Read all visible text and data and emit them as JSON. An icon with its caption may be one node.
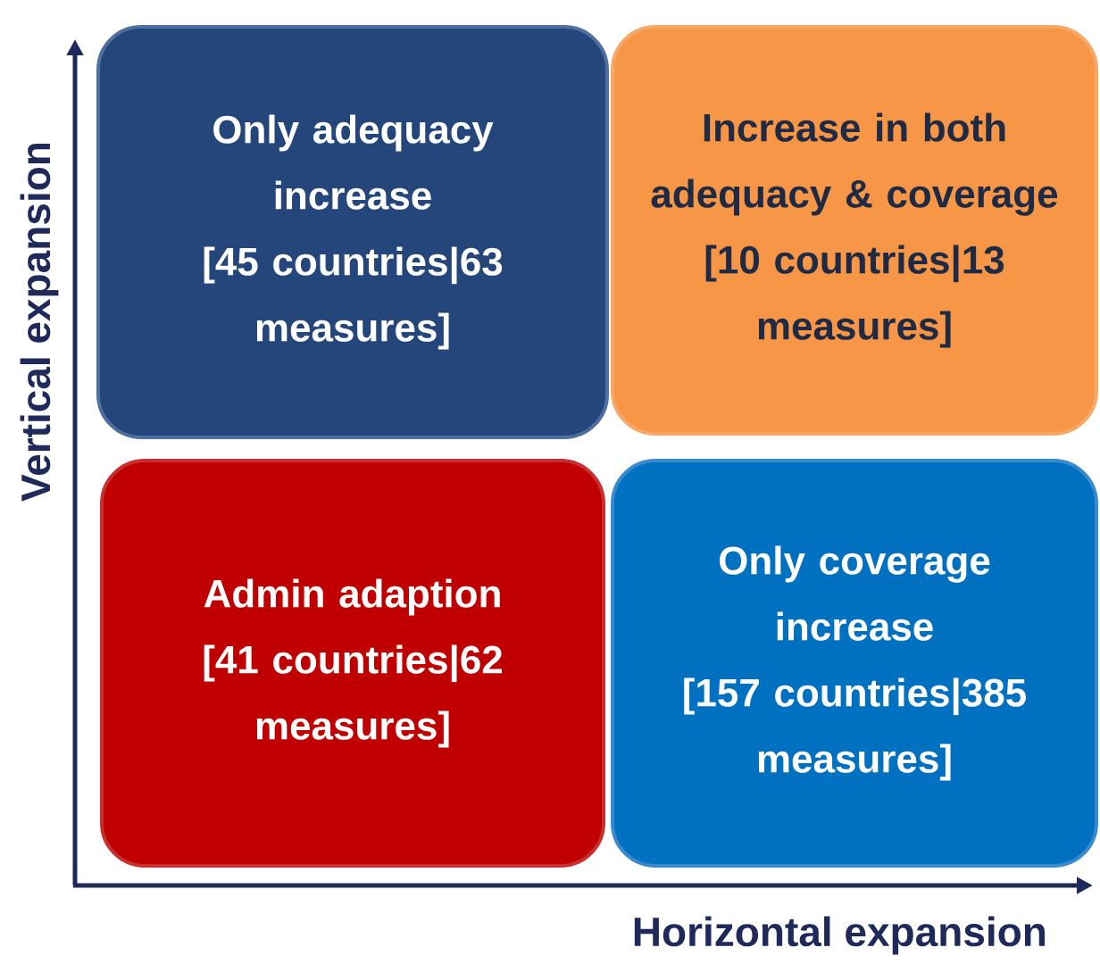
{
  "diagram": {
    "nodes": [
      {
        "text": [
          "Only adequacy increase",
          "[45 countries|63 measures]"
        ]
      },
      {
        "text": [
          "Increase in both adequacy & coverage",
          "[10 countries|13 measures]"
        ]
      },
      {
        "text": [
          "Admin adaption",
          "[41 countries|62 measures]"
        ]
      },
      {
        "text": [
          "Only coverage increase",
          "[157 countries|385 measures]"
        ]
      }
    ],
    "labels": [
      "Vertical expansion",
      "Horizontal expansion"
    ]
  }
}
